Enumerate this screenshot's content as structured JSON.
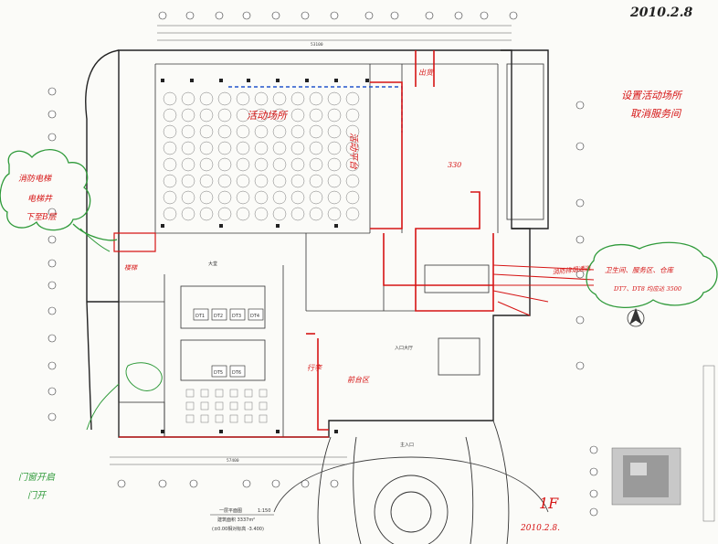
{
  "header": {
    "date_top_right": "2010.2.8"
  },
  "drawing": {
    "title": "一层平面图",
    "scale": "1:150",
    "area": "建筑面积 3337m²",
    "elevation_note": "(±0.00相对标高 -3.400)",
    "floor_label": "1F",
    "date_bottom": "2010.2.8."
  },
  "rooms": {
    "banquet_hall": "活动场所",
    "activity_stage": "活动平台",
    "lobby": "大堂",
    "elevators": [
      "DT1",
      "DT2",
      "DT3",
      "DT4",
      "DT5",
      "DT6"
    ],
    "main_entrance": "主入口",
    "entrance_hall": "入口大厅",
    "area_330": "330",
    "dim_total": "57400",
    "dim_top": "53100"
  },
  "annotations": {
    "top_right_red": [
      "设置活动场所",
      "取消服务间"
    ],
    "cloud_left_green": [
      "消防电梯",
      "电梯井",
      "下至B层"
    ],
    "cloud_right_green": [
      "卫生间、服务区、仓库",
      "DT7、DT8 均应达 3500"
    ],
    "red_lower_right": "消防排烟通道",
    "red_small_1": "楼梯",
    "red_small_2": "行李",
    "red_small_3": "前台区",
    "green_bottom_left": [
      "门窗开启",
      "门开"
    ],
    "red_top_stamp": "出货"
  }
}
